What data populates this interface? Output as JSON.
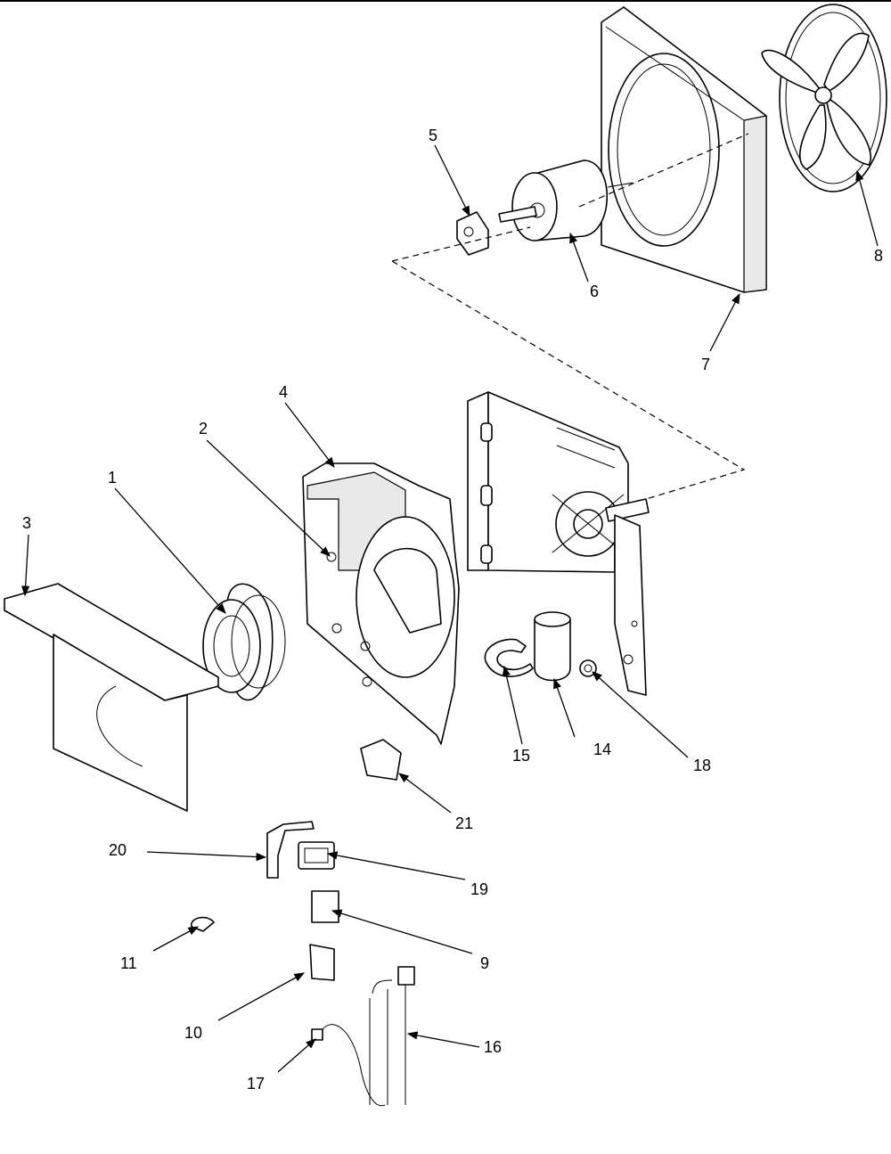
{
  "callouts": {
    "c1": "1",
    "c2": "2",
    "c3": "3",
    "c4": "4",
    "c5": "5",
    "c6": "6",
    "c7": "7",
    "c8": "8",
    "c9": "9",
    "c10": "10",
    "c11": "11",
    "c14": "14",
    "c15": "15",
    "c16": "16",
    "c17": "17",
    "c18": "18",
    "c19": "19",
    "c20": "20",
    "c21": "21"
  }
}
